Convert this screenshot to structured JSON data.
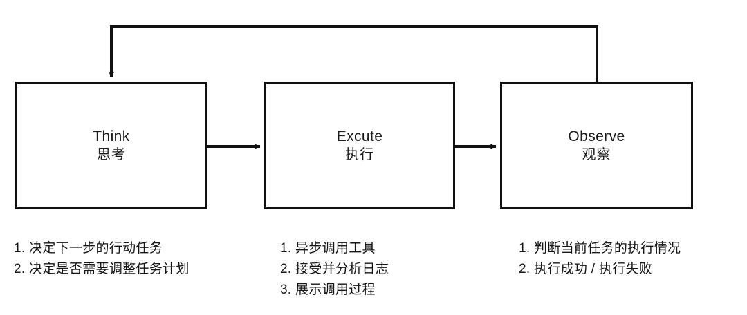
{
  "diagram": {
    "title": "Think-Excute-Observe agent loop",
    "colors": {
      "stroke": "#111111",
      "text": "#161616",
      "background": "#ffffff"
    },
    "nodes": [
      {
        "id": "think",
        "title_en": "Think",
        "title_zh": "思考",
        "details": [
          "1. 决定下一步的行动任务",
          "2. 决定是否需要调整任务计划"
        ]
      },
      {
        "id": "excute",
        "title_en": "Excute",
        "title_zh": "执行",
        "details": [
          "1. 异步调用工具",
          "2. 接受并分析日志",
          "3. 展示调用过程"
        ]
      },
      {
        "id": "observe",
        "title_en": "Observe",
        "title_zh": "观察",
        "details": [
          "1. 判断当前任务的执行情况",
          "2. 执行成功 / 执行失败"
        ]
      }
    ],
    "connectors": [
      {
        "id": "think-to-excute",
        "from": "think",
        "to": "excute",
        "style": "straight-arrow"
      },
      {
        "id": "excute-to-observe",
        "from": "excute",
        "to": "observe",
        "style": "straight-arrow"
      },
      {
        "id": "observe-to-think",
        "from": "observe",
        "to": "think",
        "style": "feedback-loop-arrow"
      }
    ]
  }
}
